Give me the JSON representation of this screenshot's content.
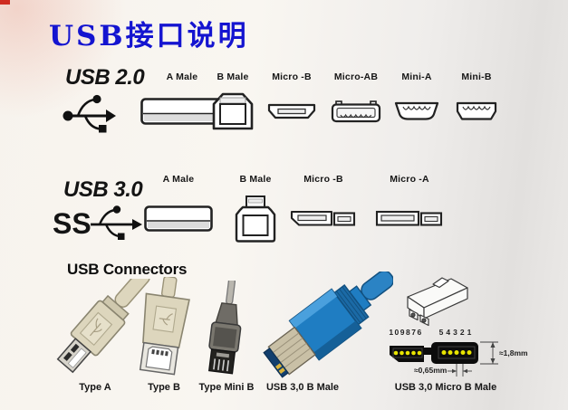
{
  "title": "USB接口说明",
  "colors": {
    "title_blue": "#1414d0",
    "ink": "#1b1b1b",
    "schematic_stroke": "#222222",
    "beige": "#ddd6bd",
    "beige_dark": "#8a8570",
    "usb3_blue": "#1f7dc2",
    "usb3_blue_dark": "#12507f",
    "pin_yellow": "#e8e400",
    "shade_gray": "#dcdcdc",
    "corner_red": "#cf2b20"
  },
  "usb20": {
    "heading": "USB 2.0",
    "connectors": [
      {
        "label": "A Male"
      },
      {
        "label": "B Male"
      },
      {
        "label": "Micro -B"
      },
      {
        "label": "Micro-AB"
      },
      {
        "label": "Mini-A"
      },
      {
        "label": "Mini-B"
      }
    ]
  },
  "usb30": {
    "heading": "USB 3.0",
    "ss": "SS",
    "connectors": [
      {
        "label": "A Male"
      },
      {
        "label": "B Male"
      },
      {
        "label": "Micro -B"
      },
      {
        "label": "Micro -A"
      }
    ]
  },
  "gallery": {
    "heading": "USB Connectors",
    "items": [
      {
        "label": "Type A"
      },
      {
        "label": "Type B"
      },
      {
        "label": "Type Mini B"
      },
      {
        "label": "USB 3,0 B Male"
      },
      {
        "label": "USB 3,0 Micro B Male"
      }
    ],
    "micro_diagram": {
      "pins_left": "109876",
      "pins_right": "54321",
      "dim_height": "≈1,8mm",
      "dim_pitch": "≈0,65mm"
    }
  }
}
